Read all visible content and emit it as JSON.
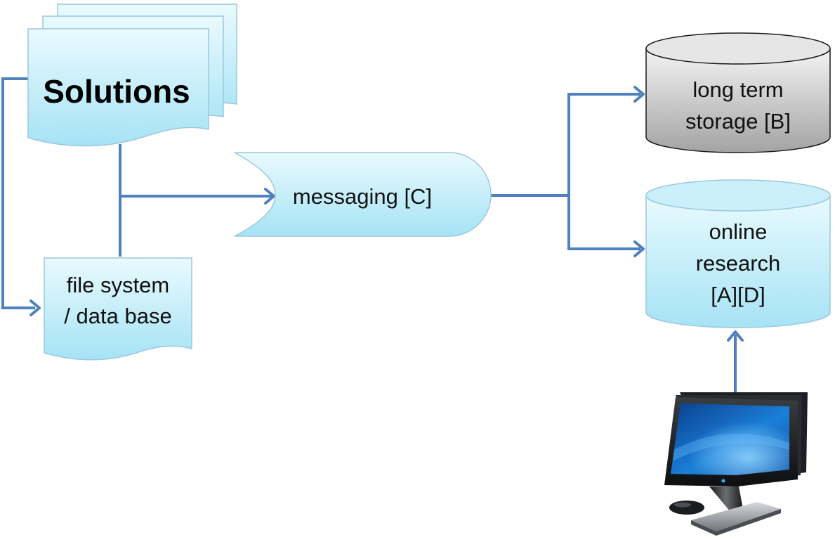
{
  "nodes": {
    "solutions": {
      "label": "Solutions"
    },
    "file_system": {
      "line1": "file system",
      "line2": "/ data base"
    },
    "messaging": {
      "label": "messaging [C]"
    },
    "long_term_storage": {
      "line1": "long term",
      "line2": "storage [B]"
    },
    "online_research": {
      "line1": "online",
      "line2": "research",
      "line3": "[A][D]"
    }
  },
  "colors": {
    "connector": "#4f81bd",
    "shape_fill_light": "#e6f9fe",
    "shape_fill_dark": "#a8e4f6",
    "storage_fill_light": "#f2f2f2",
    "storage_fill_dark": "#a6a6a6"
  },
  "icons": {
    "computer": "desktop-computer-icon"
  }
}
